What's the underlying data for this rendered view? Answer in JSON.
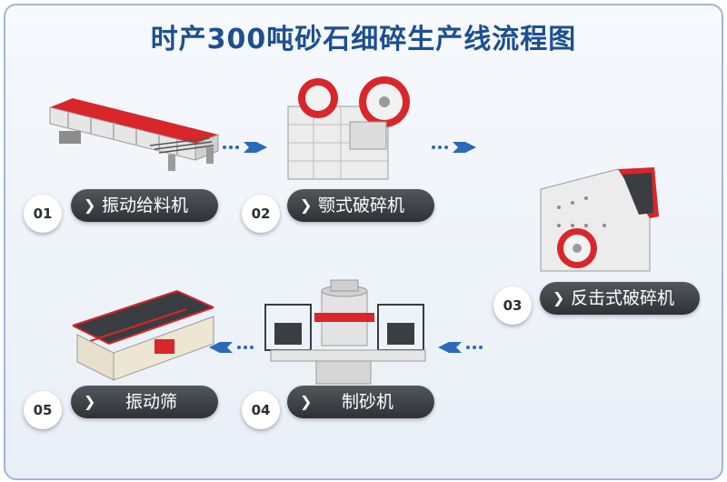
{
  "title": "时产300吨砂石细碎生产线流程图",
  "steps": [
    {
      "number": "01",
      "label": "振动给料机",
      "icon": "vibrating-feeder-icon"
    },
    {
      "number": "02",
      "label": "颚式破碎机",
      "icon": "jaw-crusher-icon"
    },
    {
      "number": "03",
      "label": "反击式破碎机",
      "icon": "impact-crusher-icon"
    },
    {
      "number": "04",
      "label": "制砂机",
      "icon": "sand-making-machine-icon"
    },
    {
      "number": "05",
      "label": "振动筛",
      "icon": "vibrating-screen-icon"
    }
  ],
  "colors": {
    "title": "#1d4f91",
    "arrow": "#2a6ab8",
    "pill": "#3a3d41",
    "accent": "#d9262a"
  }
}
